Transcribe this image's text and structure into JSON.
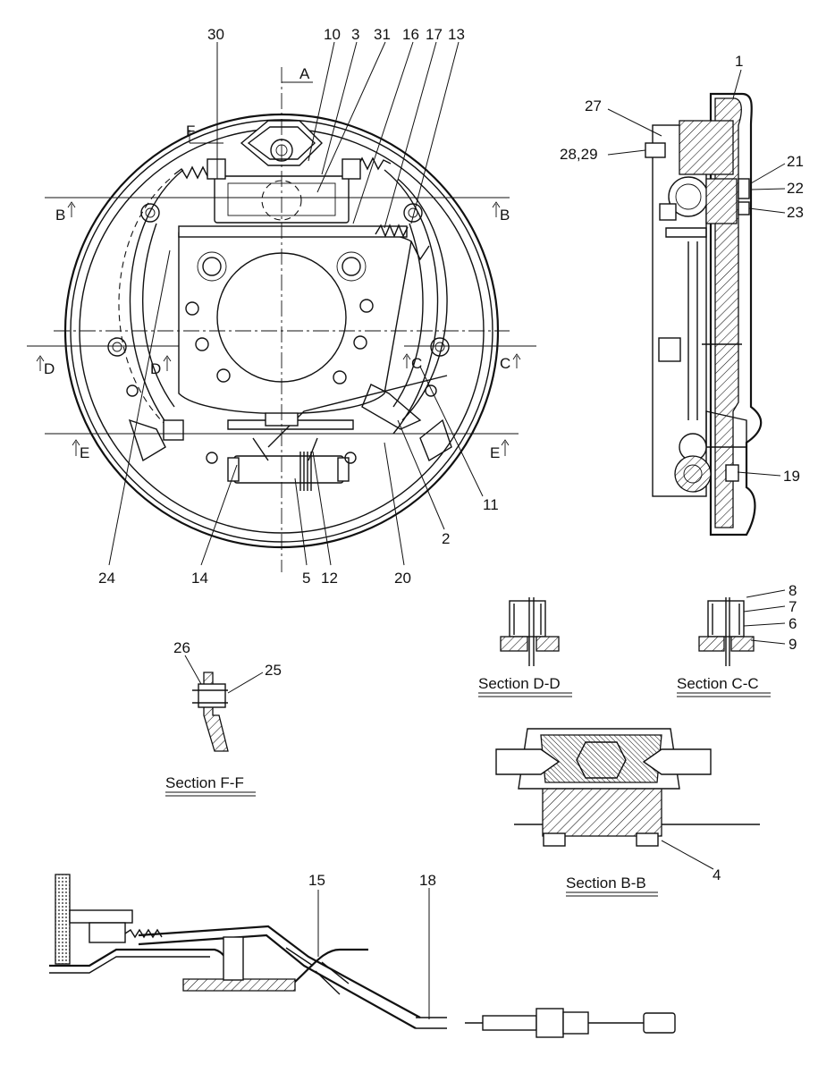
{
  "callouts": {
    "n1": "1",
    "n2": "2",
    "n3": "3",
    "n4": "4",
    "n5": "5",
    "n6": "6",
    "n7": "7",
    "n8": "8",
    "n9": "9",
    "n10": "10",
    "n11": "11",
    "n12": "12",
    "n13": "13",
    "n14": "14",
    "n15": "15",
    "n16": "16",
    "n17": "17",
    "n18": "18",
    "n19": "19",
    "n20": "20",
    "n21": "21",
    "n22": "22",
    "n23": "23",
    "n24": "24",
    "n25": "25",
    "n26": "26",
    "n27": "27",
    "n2829": "28,29",
    "n30": "30",
    "n31": "31"
  },
  "section_marks": {
    "a": "A",
    "b_left": "B",
    "b_right": "B",
    "c_left": "C",
    "c_right": "C",
    "d_left": "D",
    "d_right": "D",
    "e_left": "E",
    "e_right": "E",
    "f": "F"
  },
  "captions": {
    "section_dd": "Section D-D",
    "section_cc": "Section C-C",
    "section_ff": "Section F-F",
    "section_bb": "Section B-B"
  }
}
